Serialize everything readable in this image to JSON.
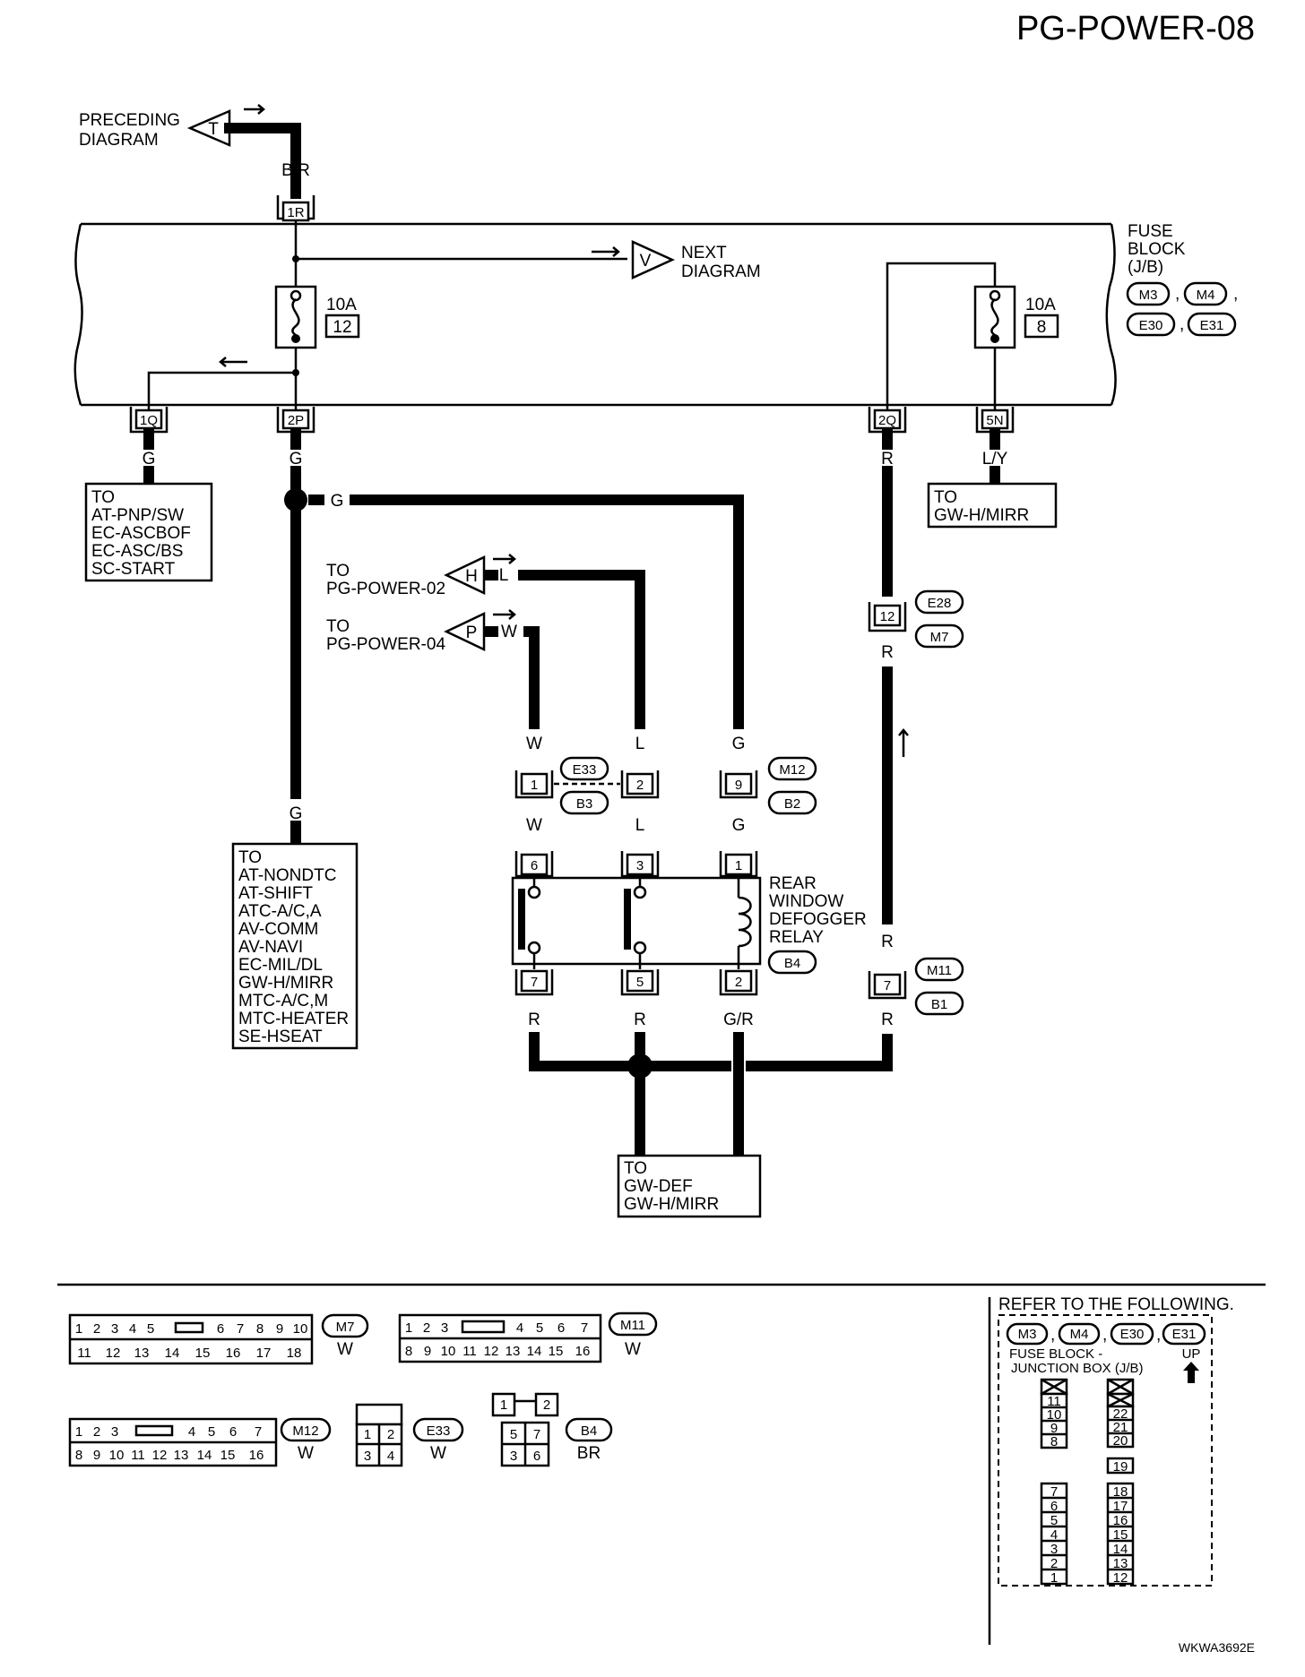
{
  "page_title": "PG-POWER-08",
  "figure_id": "WKWA3692E",
  "preceding": {
    "label": [
      "PRECEDING",
      "DIAGRAM"
    ],
    "connector": "T",
    "wire": "B/R",
    "terminal": "1R"
  },
  "next": {
    "label": [
      "NEXT",
      "DIAGRAM"
    ],
    "connector": "V"
  },
  "fuse_block": {
    "label": [
      "FUSE",
      "BLOCK",
      "(J/B)"
    ],
    "connectors": [
      "M3",
      "M4",
      "E30",
      "E31"
    ]
  },
  "fuses": [
    {
      "amps": "10A",
      "number": "12"
    },
    {
      "amps": "10A",
      "number": "8"
    }
  ],
  "terminals": {
    "t1q": "1Q",
    "t2p": "2P",
    "t2q": "2Q",
    "t5n": "5N"
  },
  "wires": {
    "g": "G",
    "r": "R",
    "ly": "L/Y",
    "l": "L",
    "w": "W",
    "gr": "G/R"
  },
  "to_atpnp": [
    "TO",
    "AT-PNP/SW",
    "EC-ASCBOF",
    "EC-ASC/BS",
    "SC-START"
  ],
  "to_gwhmirr_top": [
    "TO",
    "GW-H/MIRR"
  ],
  "to_pg02": {
    "label": [
      "TO",
      "PG-POWER-02"
    ],
    "connector": "H"
  },
  "to_pg04": {
    "label": [
      "TO",
      "PG-POWER-04"
    ],
    "connector": "P"
  },
  "to_list": [
    "TO",
    "AT-NONDTC",
    "AT-SHIFT",
    "ATC-A/C,A",
    "AV-COMM",
    "AV-NAVI",
    "EC-MIL/DL",
    "GW-H/MIRR",
    "MTC-A/C,M",
    "MTC-HEATER",
    "SE-HSEAT"
  ],
  "to_gwdef": [
    "TO",
    "GW-DEF",
    "GW-H/MIRR"
  ],
  "conn_e28_m7": {
    "pin": "12",
    "c1": "E28",
    "c2": "M7"
  },
  "conn_e33_b3": {
    "pins": [
      "1",
      "2"
    ],
    "c1": "E33",
    "c2": "B3"
  },
  "conn_m12_b2": {
    "pin": "9",
    "c1": "M12",
    "c2": "B2"
  },
  "conn_m11_b1": {
    "pin": "7",
    "c1": "M11",
    "c2": "B1"
  },
  "relay": {
    "label": [
      "REAR",
      "WINDOW",
      "DEFOGGER",
      "RELAY"
    ],
    "connector": "B4",
    "top_pins": [
      "6",
      "3",
      "1"
    ],
    "bottom_pins": [
      "7",
      "5",
      "2"
    ]
  },
  "connector_views": {
    "m7": {
      "name": "M7",
      "color": "W",
      "row1": [
        "1",
        "2",
        "3",
        "4",
        "5",
        "6",
        "7",
        "8",
        "9",
        "10"
      ],
      "row2": [
        "11",
        "12",
        "13",
        "14",
        "15",
        "16",
        "17",
        "18"
      ]
    },
    "m11": {
      "name": "M11",
      "color": "W",
      "row1": [
        "1",
        "2",
        "3",
        "4",
        "5",
        "6",
        "7"
      ],
      "row2": [
        "8",
        "9",
        "10",
        "11",
        "12",
        "13",
        "14",
        "15",
        "16"
      ]
    },
    "m12": {
      "name": "M12",
      "color": "W",
      "row1": [
        "1",
        "2",
        "3",
        "4",
        "5",
        "6",
        "7"
      ],
      "row2": [
        "8",
        "9",
        "10",
        "11",
        "12",
        "13",
        "14",
        "15",
        "16"
      ]
    },
    "e33": {
      "name": "E33",
      "color": "W",
      "row1": [
        "1",
        "2"
      ],
      "row2": [
        "3",
        "4"
      ]
    },
    "b4": {
      "name": "B4",
      "color": "BR",
      "row1": [
        "1",
        "2"
      ],
      "row2": [
        "5",
        "7"
      ],
      "row3": [
        "3",
        "6"
      ]
    }
  },
  "refer": {
    "title": "REFER TO THE FOLLOWING.",
    "connectors": [
      "M3",
      "M4",
      "E30",
      "E31"
    ],
    "fb_label": [
      "FUSE BLOCK -",
      "JUNCTION BOX (J/B)"
    ],
    "up": "UP",
    "col1_top": [
      "11",
      "10",
      "9",
      "8"
    ],
    "col1_bot": [
      "7",
      "6",
      "5",
      "4",
      "3",
      "2",
      "1"
    ],
    "col2_top": [
      "22",
      "21",
      "20"
    ],
    "col2_mid": [
      "19"
    ],
    "col2_bot": [
      "18",
      "17",
      "16",
      "15",
      "14",
      "13",
      "12"
    ]
  }
}
